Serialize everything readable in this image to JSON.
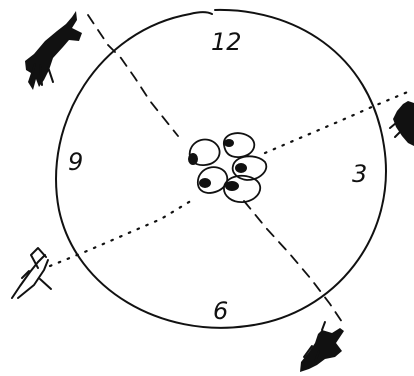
{
  "clock": {
    "labels": {
      "twelve": "12",
      "three": "3",
      "six": "6",
      "nine": "9"
    }
  },
  "icons": {
    "herd": "sheep-herd-icon",
    "predators": [
      "wolf-icon",
      "wolf-icon",
      "wolf-icon",
      "wolf-icon"
    ]
  },
  "colors": {
    "ink": "#111111",
    "background": "#ffffff"
  }
}
